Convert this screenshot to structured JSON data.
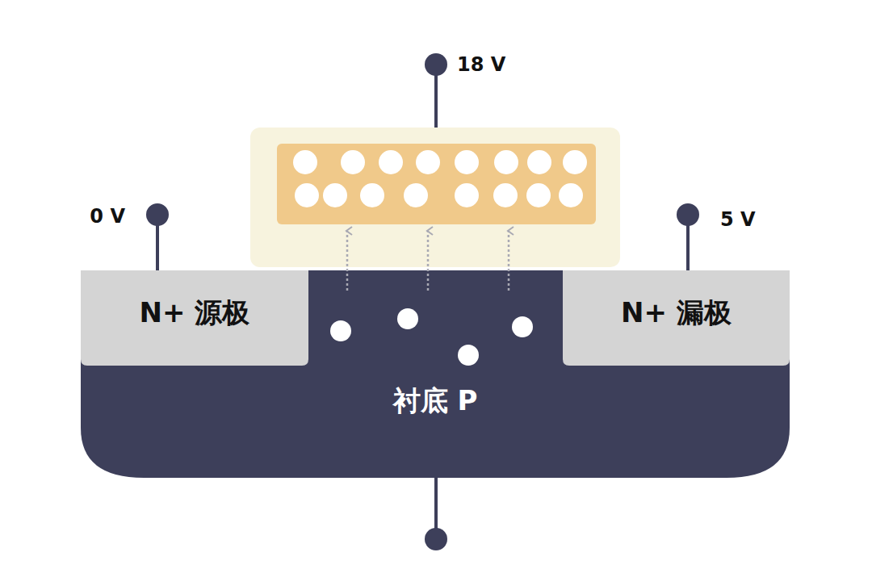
{
  "diagram": {
    "nodes": [
      {
        "text": [
          "衬底 P"
        ]
      },
      {
        "text": [
          "N+ 源极"
        ],
        "in": 0
      },
      {
        "text": [
          "N+ 漏极"
        ],
        "in": 0
      }
    ],
    "labels": [
      "18 V",
      "0 V",
      "5 V"
    ]
  }
}
